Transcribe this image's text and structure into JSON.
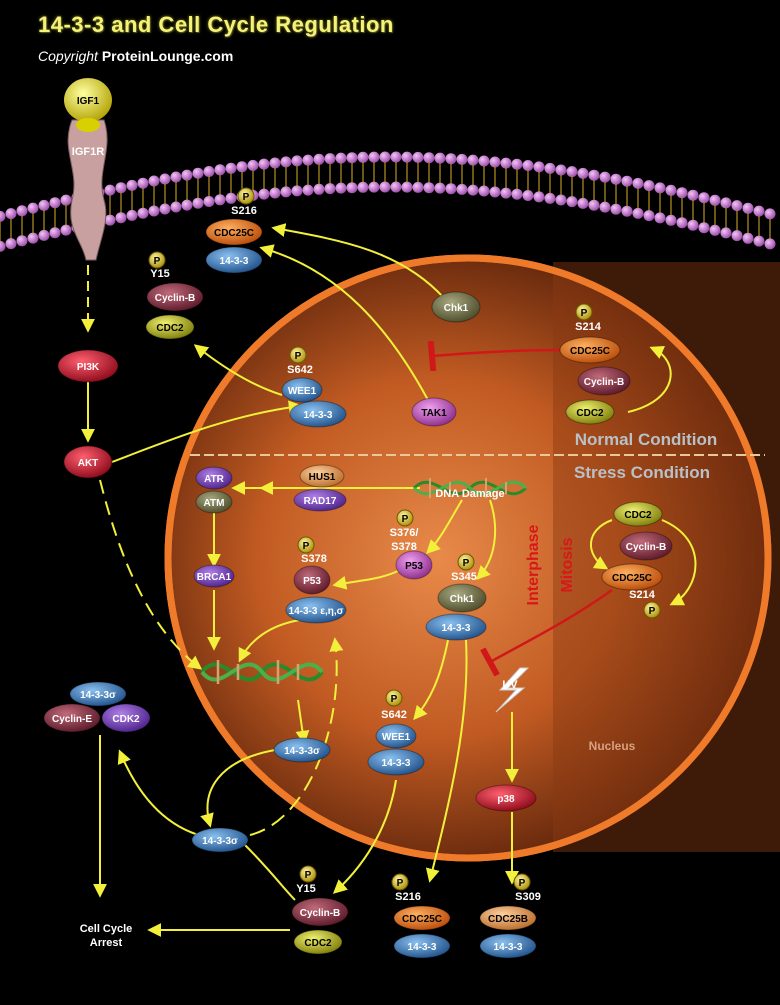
{
  "title": "14-3-3 and Cell Cycle Regulation",
  "copyright_prefix": "Copyright",
  "copyright_name": "ProteinLounge.com",
  "labels": {
    "igf1": "IGF1",
    "igf1r": "IGF1R",
    "pi3k": "PI3K",
    "akt": "AKT",
    "p": "P",
    "s216": "S216",
    "cdc25c": "CDC25C",
    "p1433": "14-3-3",
    "y15": "Y15",
    "cyclinb": "Cyclin-B",
    "cdc2": "CDC2",
    "s642": "S642",
    "wee1": "WEE1",
    "chk1": "Chk1",
    "tak1": "TAK1",
    "s214": "S214",
    "normal": "Normal Condition",
    "stress": "Stress Condition",
    "atr": "ATR",
    "atm": "ATM",
    "hus1": "HUS1",
    "rad17": "RAD17",
    "dnadamage": "DNA Damage",
    "brca1": "BRCA1",
    "s378": "S378",
    "p53": "P53",
    "s376": "S376/",
    "s378b": "S378",
    "s345": "S345",
    "p1433eps": "14-3-3 ε,η,σ",
    "interphase": "Interphase",
    "mitosis": "Mitosis",
    "p1433sigma": "14-3-3σ",
    "cycline": "Cyclin-E",
    "cdk2": "CDK2",
    "uv": "UV",
    "nucleus": "Nucleus",
    "p38": "p38",
    "s309": "S309",
    "cdc25b": "CDC25B",
    "arrest1": "Cell Cycle",
    "arrest2": "Arrest"
  },
  "colors": {
    "arrow": "#f2f03a",
    "inhibit": "#d01818",
    "blue": "#3a7fc0",
    "orange": "#e8781c",
    "olive": "#b8c020",
    "maroon": "#7a2a3a",
    "pgold": "#f0d030"
  }
}
